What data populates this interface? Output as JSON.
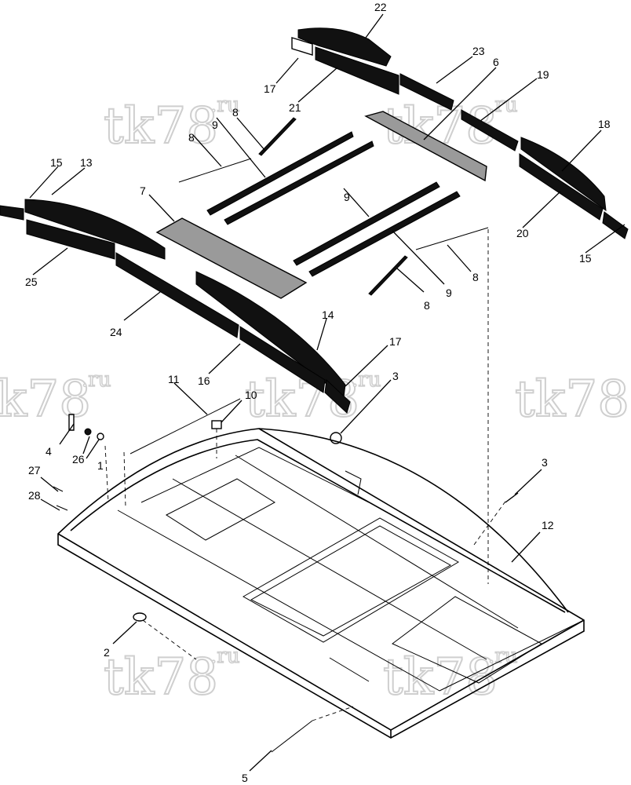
{
  "diagram": {
    "watermark": {
      "main": "tk78",
      "suffix": ".ru"
    },
    "callouts": {
      "c1": "1",
      "c2": "2",
      "c3a": "3",
      "c3b": "3",
      "c4": "4",
      "c5": "5",
      "c6": "6",
      "c7": "7",
      "c8a": "8",
      "c8b": "8",
      "c8c": "8",
      "c8d": "8",
      "c9a": "9",
      "c9b": "9",
      "c9c": "9",
      "c10": "10",
      "c11": "11",
      "c12": "12",
      "c13": "13",
      "c14": "14",
      "c15a": "15",
      "c15b": "15",
      "c16": "16",
      "c17a": "17",
      "c17b": "17",
      "c18": "18",
      "c19": "19",
      "c20": "20",
      "c21": "21",
      "c22": "22",
      "c23": "23",
      "c24": "24",
      "c25": "25",
      "c26": "26",
      "c27": "27",
      "c28": "28"
    }
  }
}
